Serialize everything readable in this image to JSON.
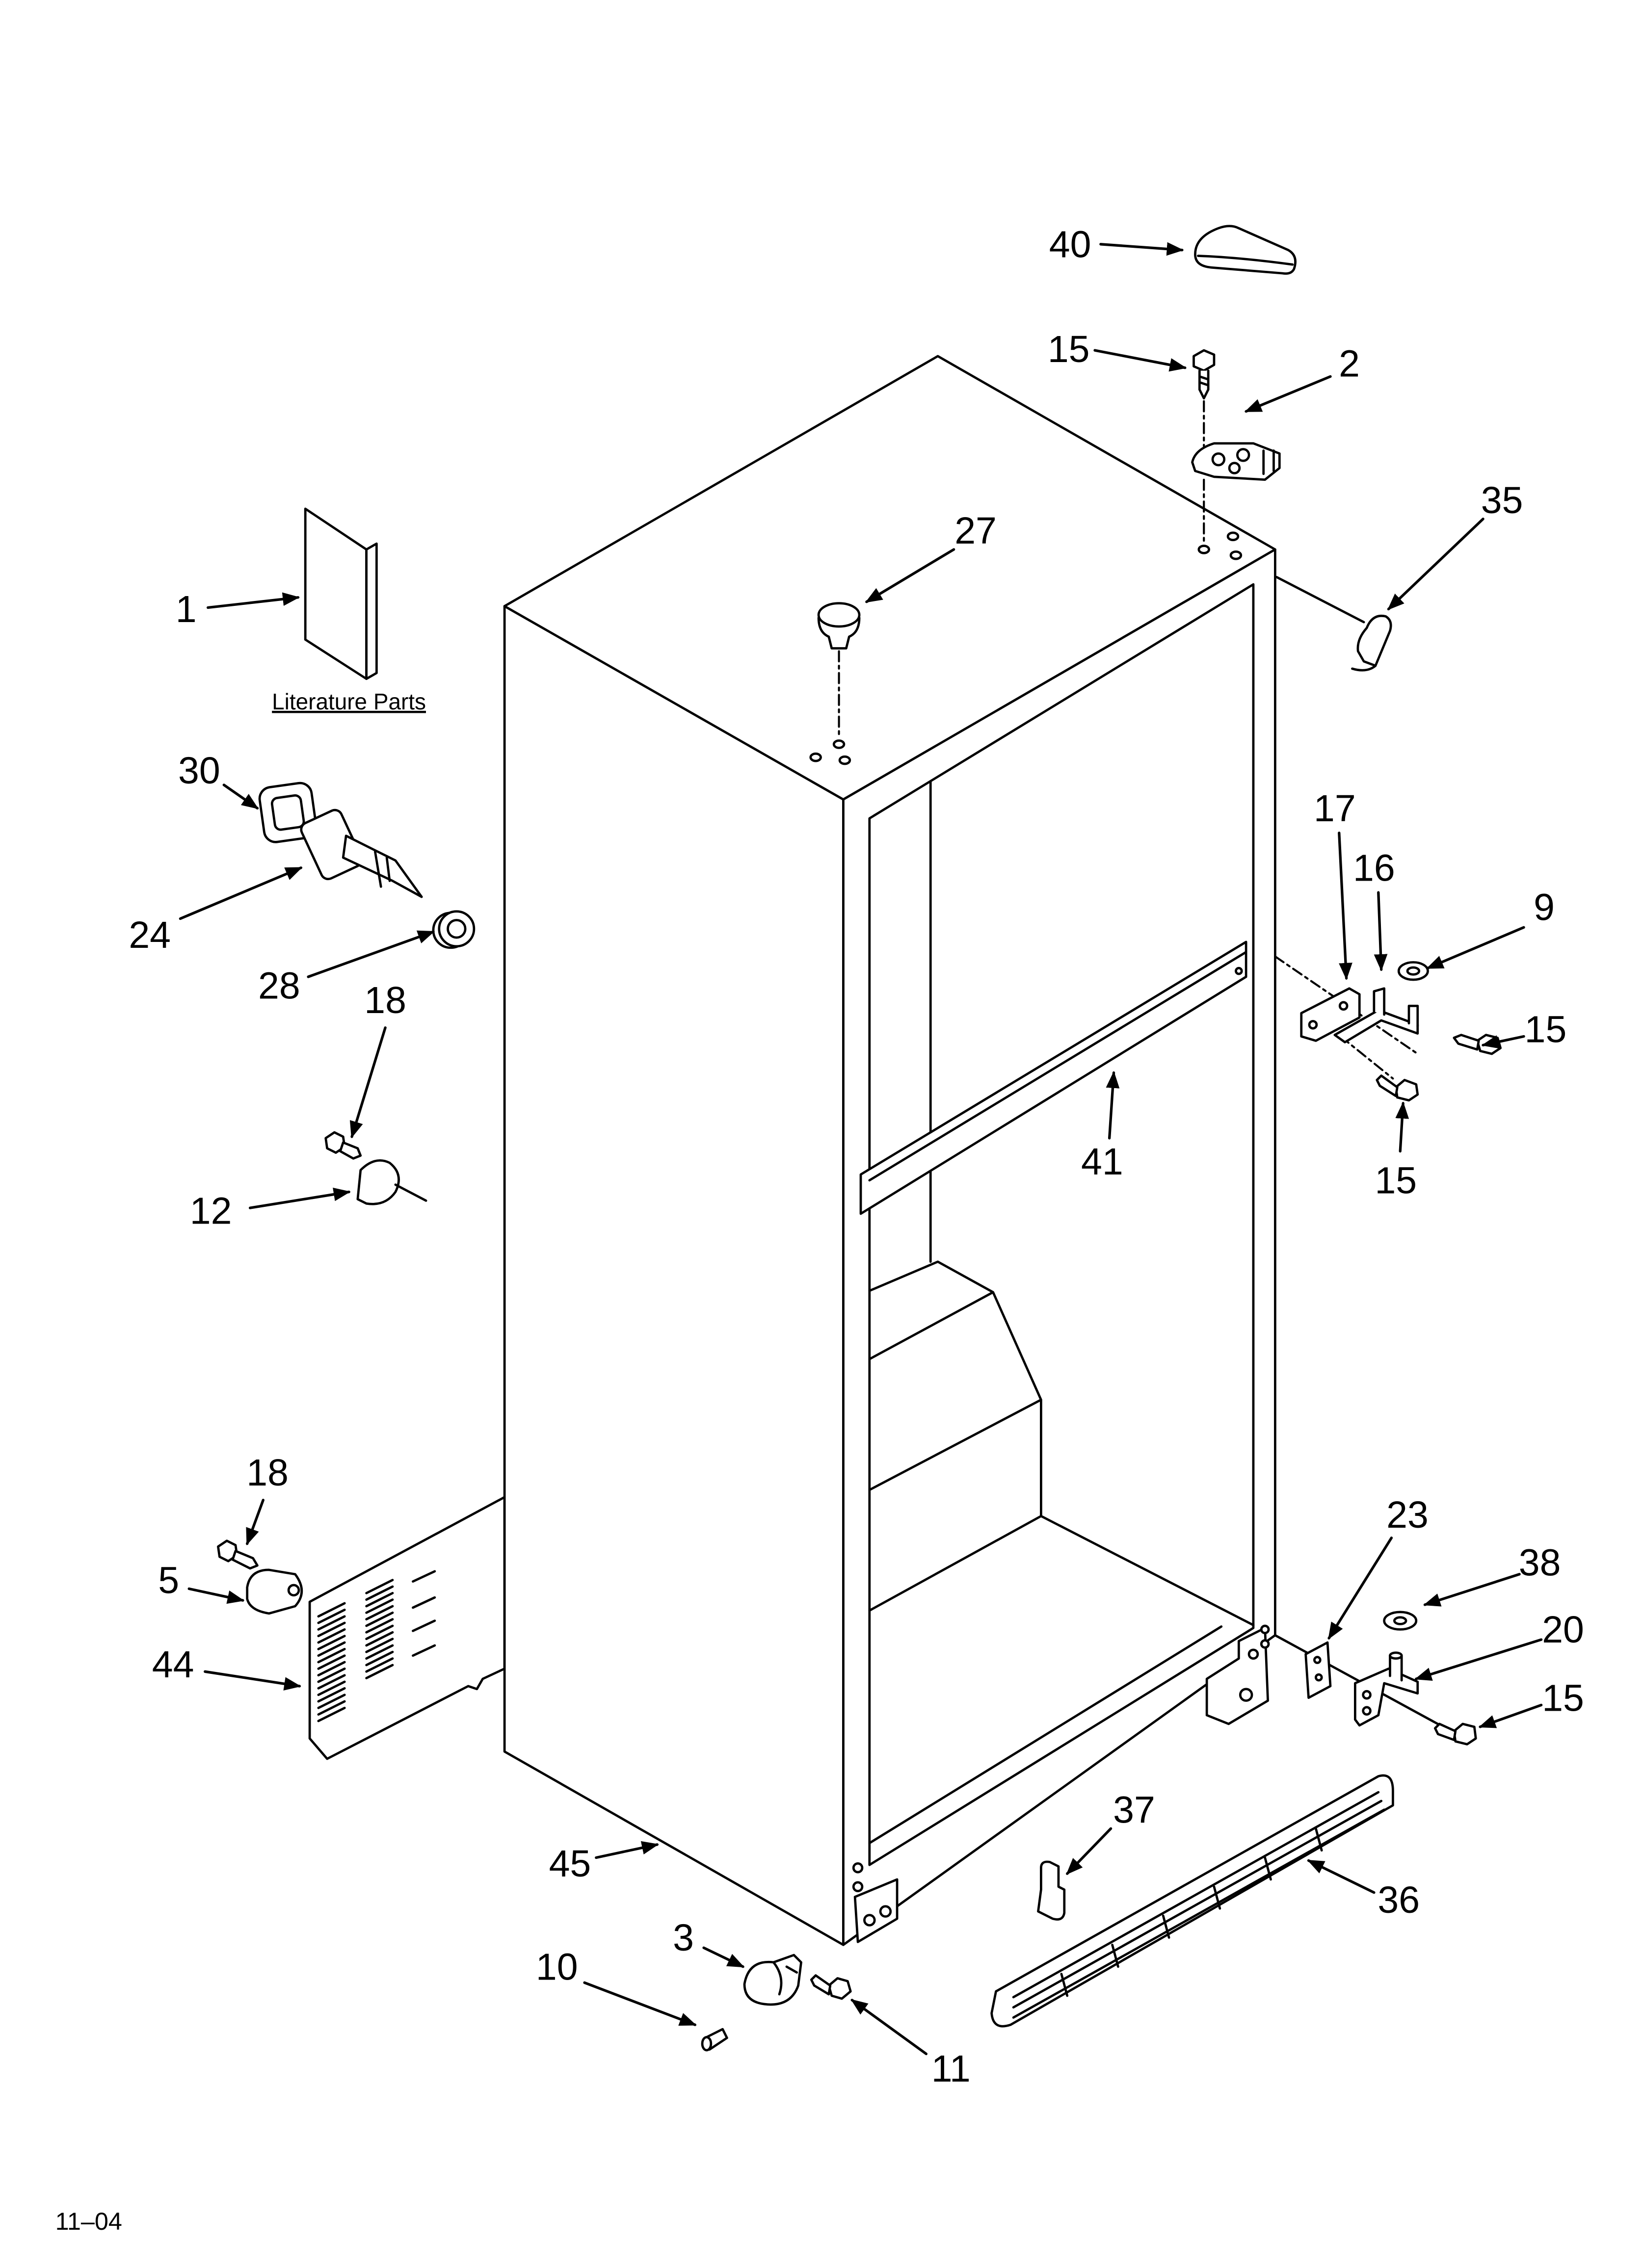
{
  "diagram": {
    "callouts": [
      "40",
      "15",
      "2",
      "35",
      "27",
      "1",
      "30",
      "24",
      "28",
      "18",
      "12",
      "17",
      "16",
      "9",
      "15",
      "15",
      "41",
      "18",
      "5",
      "44",
      "23",
      "38",
      "20",
      "15",
      "37",
      "36",
      "45",
      "3",
      "10",
      "11"
    ],
    "literature_label": "Literature Parts",
    "date_code": "11–04"
  }
}
